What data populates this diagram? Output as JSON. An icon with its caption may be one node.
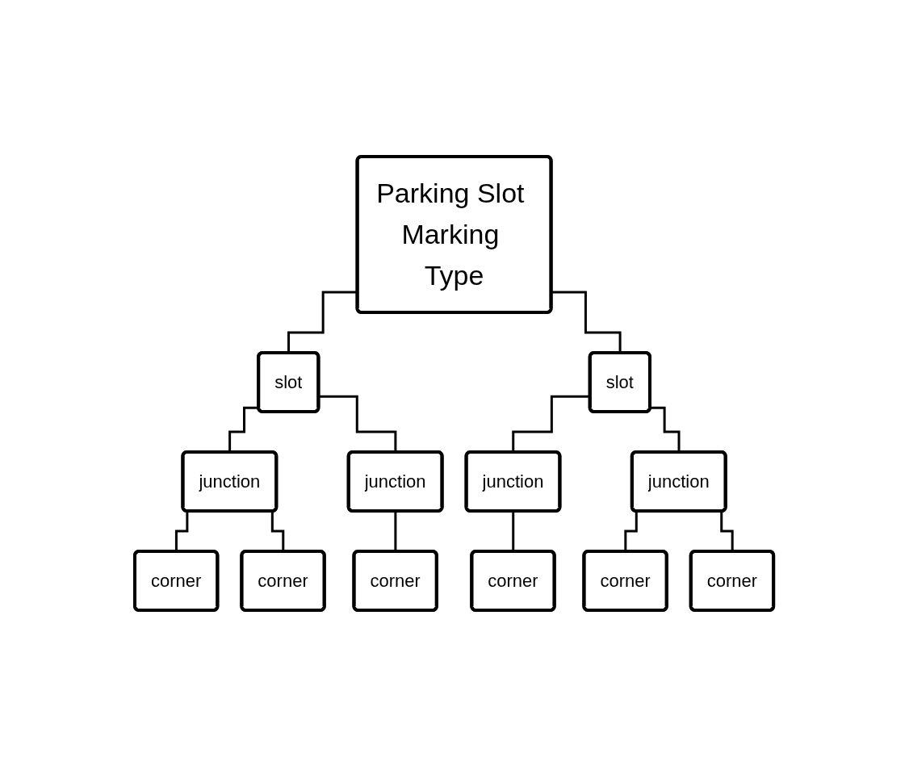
{
  "diagram": {
    "nodes": [
      {
        "text": [
          "Parking Slot Marking Type"
        ]
      },
      {
        "text": [
          "slot"
        ]
      },
      {
        "text": [
          "slot"
        ]
      },
      {
        "text": [
          "junction"
        ]
      },
      {
        "text": [
          "junction"
        ]
      },
      {
        "text": [
          "junction"
        ]
      },
      {
        "text": [
          "junction"
        ]
      },
      {
        "text": [
          "corner"
        ]
      },
      {
        "text": [
          "corner"
        ]
      },
      {
        "text": [
          "corner"
        ]
      },
      {
        "text": [
          "corner"
        ]
      },
      {
        "text": [
          "corner"
        ]
      },
      {
        "text": [
          "corner"
        ]
      }
    ],
    "edges": [
      {
        "from": 0,
        "to": 1,
        "arrow": "none"
      },
      {
        "from": 0,
        "to": 2,
        "arrow": "none"
      },
      {
        "from": 1,
        "to": 3,
        "arrow": "none"
      },
      {
        "from": 1,
        "to": 4,
        "arrow": "none"
      },
      {
        "from": 2,
        "to": 5,
        "arrow": "none"
      },
      {
        "from": 2,
        "to": 6,
        "arrow": "none"
      },
      {
        "from": 3,
        "to": 7,
        "arrow": "none"
      },
      {
        "from": 3,
        "to": 8,
        "arrow": "none"
      },
      {
        "from": 4,
        "to": 9,
        "arrow": "none"
      },
      {
        "from": 5,
        "to": 10,
        "arrow": "none"
      },
      {
        "from": 6,
        "to": 11,
        "arrow": "none"
      },
      {
        "from": 6,
        "to": 12,
        "arrow": "none"
      }
    ]
  }
}
